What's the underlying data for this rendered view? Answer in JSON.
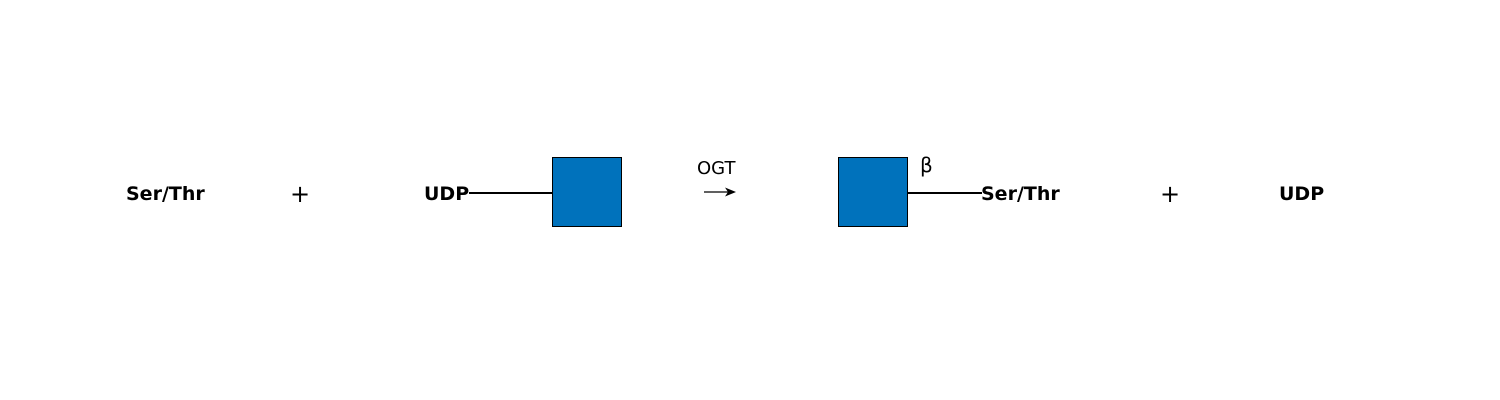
{
  "reaction": {
    "reactant_acceptor": "Ser/Thr",
    "plus_1": "+",
    "reactant_donor": "UDP",
    "enzyme": "OGT",
    "product_anomer": "β",
    "product_acceptor": "Ser/Thr",
    "plus_2": "+",
    "product_leaving_group": "UDP"
  },
  "colors": {
    "glcnac_square": "#0072bc",
    "bond": "#000000",
    "arrow": "#000000"
  },
  "icons": {
    "sugar_residue": "blue-square-glcnac-icon",
    "arrow": "right-arrow-icon"
  }
}
